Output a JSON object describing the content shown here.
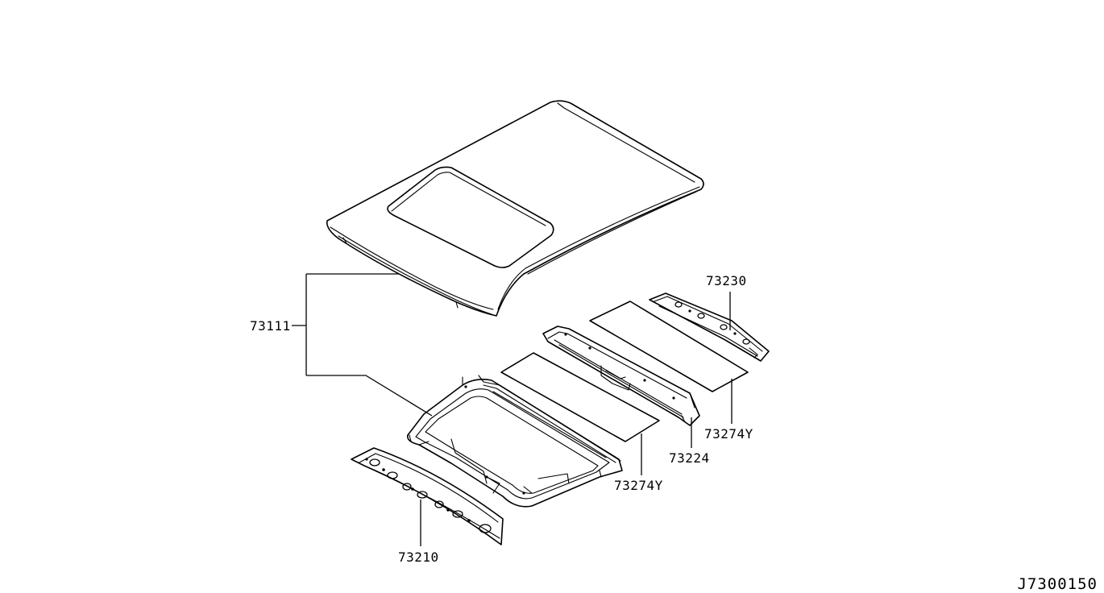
{
  "labels": {
    "roof_panel": "73111",
    "rear_rail": "73230",
    "rear_sealer": "73274Y",
    "center_bow": "73224",
    "front_sealer": "73274Y",
    "front_rail": "73210"
  },
  "reference": "J7300150"
}
